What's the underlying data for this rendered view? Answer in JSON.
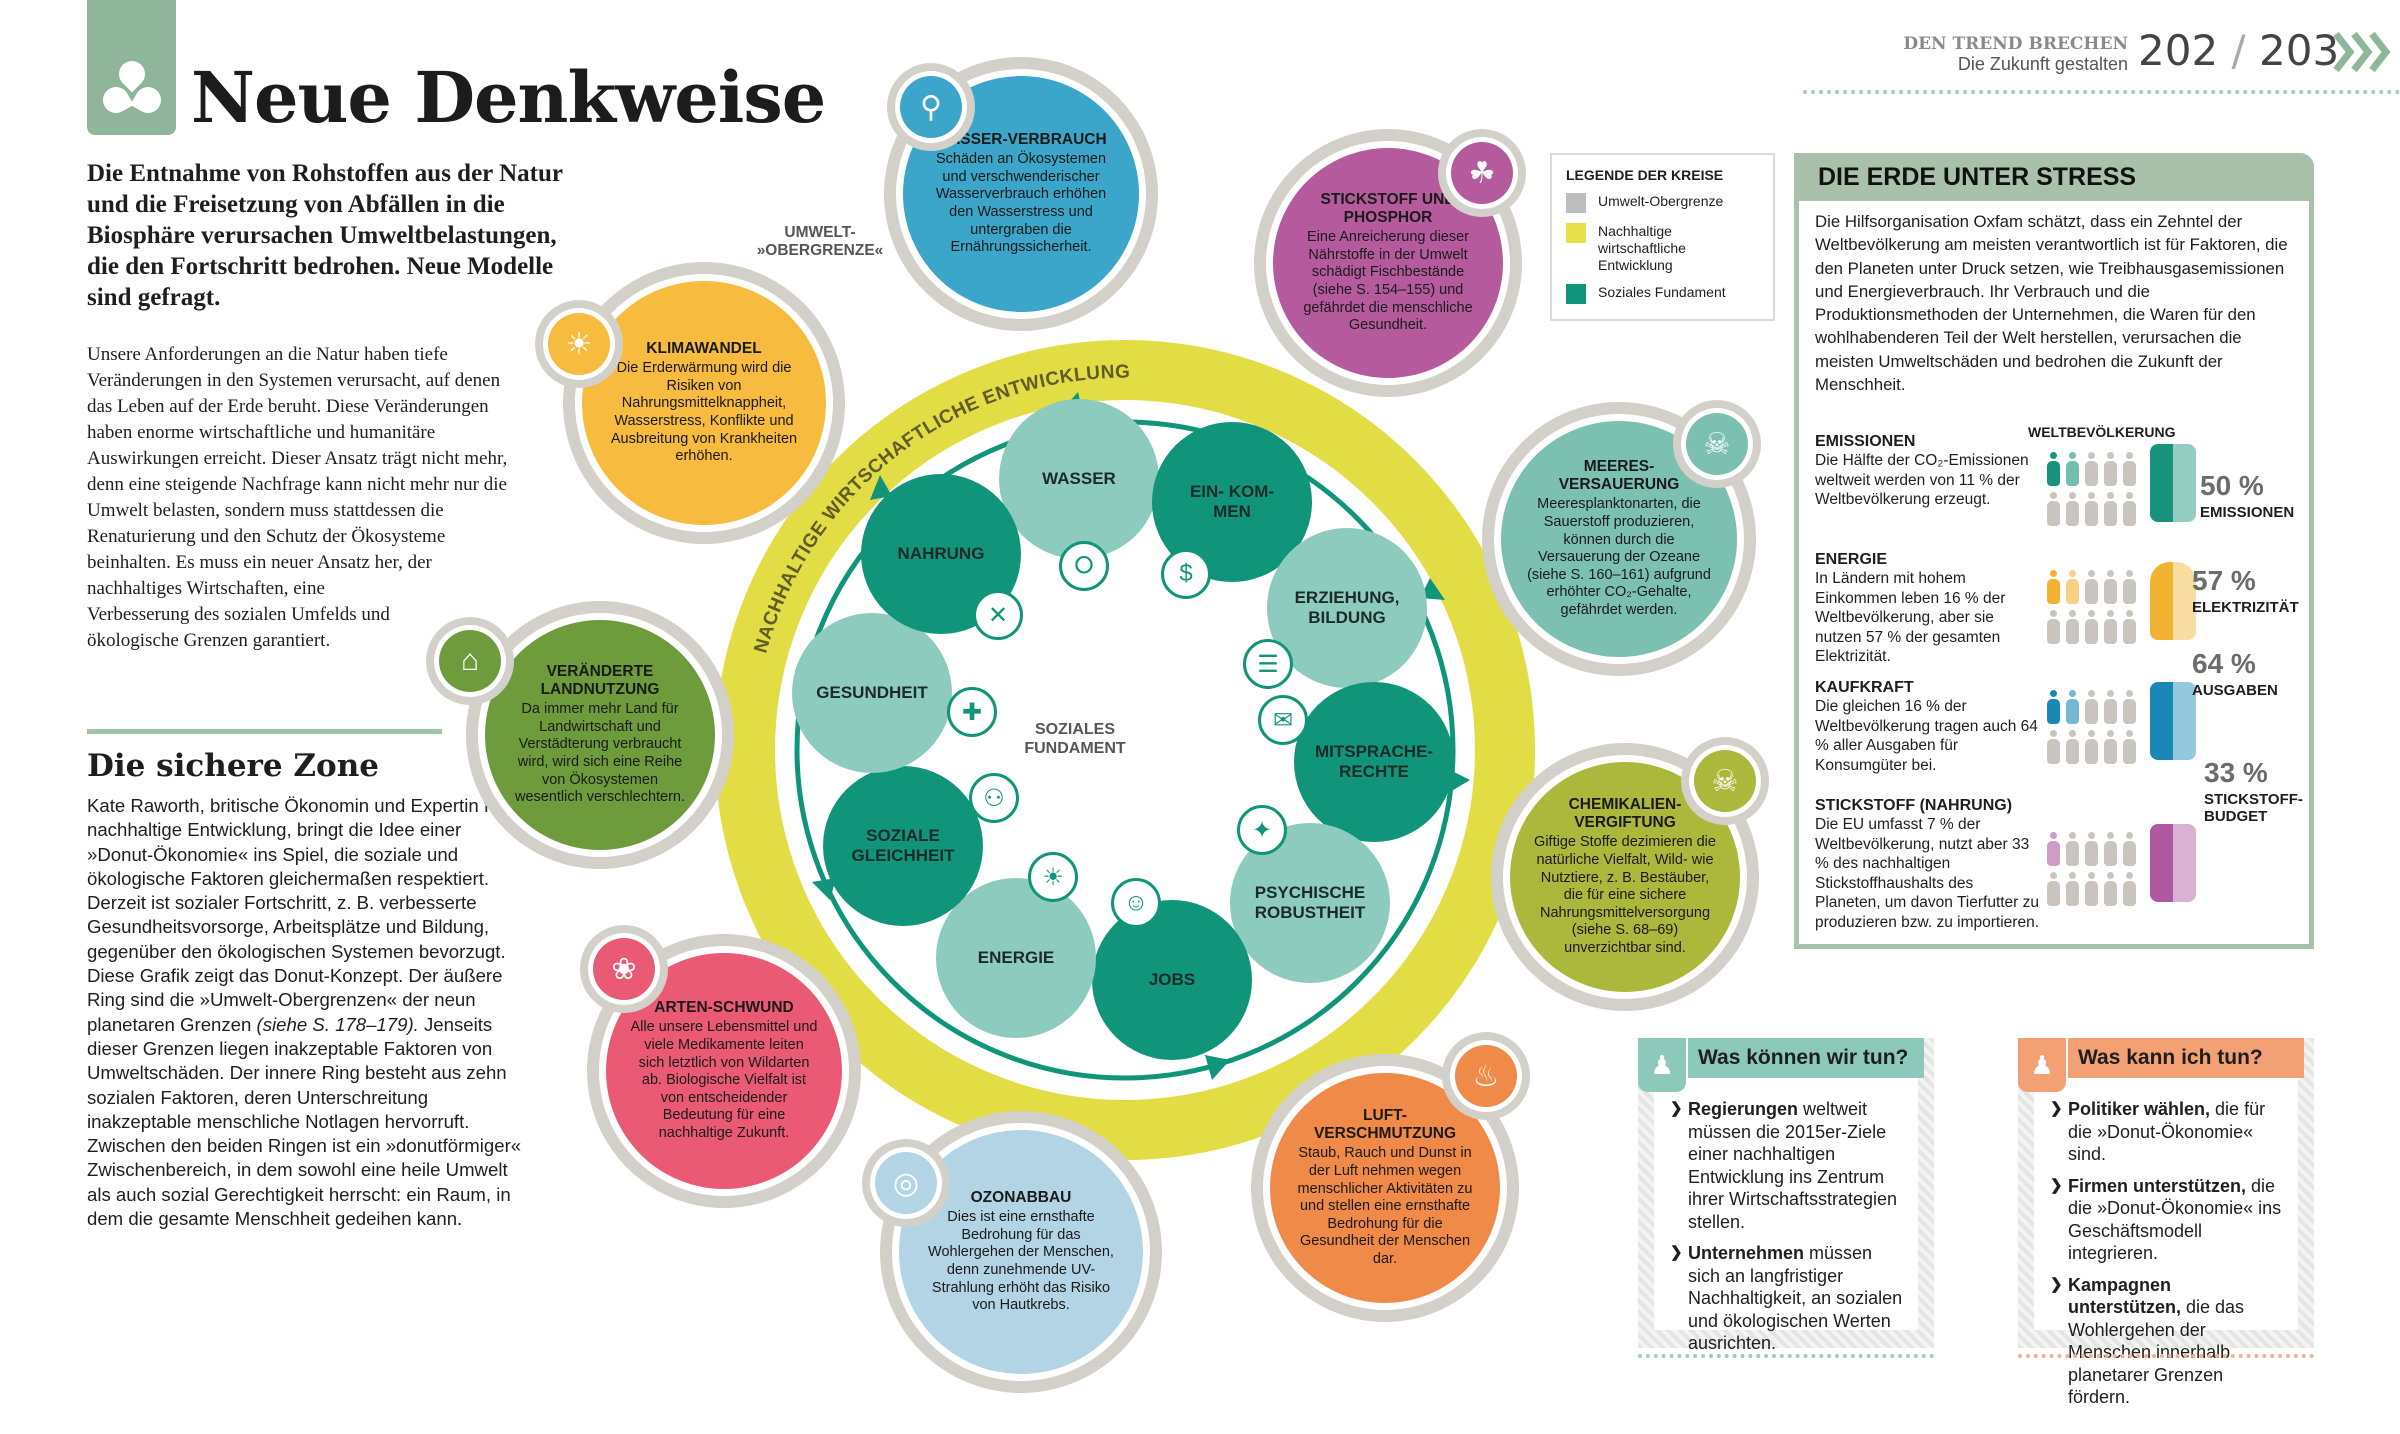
{
  "header": {
    "kicker": "DEN TREND BRECHEN",
    "subtitle": "Die Zukunft gestalten",
    "page_left": "202",
    "page_sep": "/",
    "page_right": "203"
  },
  "title": "Neue Denkweise",
  "lead": "Die Entnahme von Rohstoffen aus der Natur und die Freisetzung von Abfällen in die Biosphäre verursachen Umweltbelastungen, die den Fortschritt bedrohen. Neue Modelle sind gefragt.",
  "body1": "Unsere Anforderungen an die Natur haben tiefe Veränderungen in den Systemen verursacht, auf denen das Leben auf der Erde beruht. Diese Veränderungen haben enorme wirtschaftliche und humanitäre Auswirkungen erreicht. Dieser Ansatz trägt nicht mehr, denn eine steigende Nachfrage kann nicht mehr nur die Umwelt belasten, sondern muss stattdessen die Renaturierung und den Schutz der Ökosysteme beinhalten. Es muss ein neuer Ansatz her, der nachhaltiges Wirtschaften, eine Verbesserung des sozialen Umfelds und ökologische Grenzen garantiert.",
  "section2": {
    "heading": "Die sichere Zone",
    "text_a": "Kate Raworth, britische Ökonomin und Expertin für nachhaltige Entwicklung, bringt die Idee einer »Donut-Ökonomie« ins Spiel, die soziale und ökologische Faktoren gleichermaßen respektiert. Derzeit ist sozialer Fortschritt, z. B. verbesserte Gesundheitsvorsorge, Arbeitsplätze und Bildung, gegenüber den ökologischen Systemen bevorzugt. Diese Grafik zeigt das Donut-Konzept. Der äußere Ring sind die »Umwelt-Obergrenzen« der neun planetaren Grenzen ",
    "ref": "(siehe S. 178–179).",
    "text_b": " Jenseits dieser Grenzen liegen inakzeptable Faktoren von Umweltschäden. Der innere Ring besteht aus zehn sozialen Faktoren, deren Unterschreitung inakzeptable menschliche Notlagen hervorruft. Zwischen den beiden Ringen ist ein »donutförmiger« Zwischenbereich, in dem sowohl eine heile Umwelt als auch sozial Gerechtigkeit herrscht: ein Raum, in dem die gesamte Menschheit gedeihen kann."
  },
  "diagram": {
    "outer_label": "UMWELT- »OBERGRENZE«",
    "ring_label": "NACHHALTIGE WIRTSCHAFTLICHE ENTWICKLUNG",
    "center_label": "SOZIALES FUNDAMENT",
    "colors": {
      "ring": "#e3dd45",
      "social_dark": "#10957a",
      "social_light": "#8ccbbd"
    },
    "boundaries": [
      {
        "title": "Wasser-verbrauch",
        "text": "Schäden an Ökosystemen und verschwenderischer Wasserverbrauch erhöhen den Wasserstress und untergraben die Ernährungssicherheit.",
        "color": "#3ba6c9"
      },
      {
        "title": "Stickstoff und Phosphor",
        "text": "Eine Anreicherung dieser Nährstoffe in der Umwelt schädigt Fischbestände (siehe S. 154–155) und gefährdet die menschliche Gesundheit.",
        "color": "#b65a9e"
      },
      {
        "title": "Meeres-versauerung",
        "text": "Meeresplanktonarten, die Sauerstoff produzieren, können durch die Versauerung der Ozeane (siehe S. 160–161) aufgrund erhöhter CO₂-Gehalte, gefährdet werden.",
        "color": "#7cc0b1"
      },
      {
        "title": "Chemikalien-vergiftung",
        "text": "Giftige Stoffe dezimieren die natürliche Vielfalt, Wild- wie Nutztiere, z. B. Bestäuber, die für eine sichere Nahrungsmittelversorgung (siehe S. 68–69) unverzichtbar sind.",
        "color": "#abb83c"
      },
      {
        "title": "Luft-verschmutzung",
        "text": "Staub, Rauch und Dunst in der Luft nehmen wegen menschlicher Aktivitäten zu und stellen eine ernsthafte Bedrohung für die Gesundheit der Menschen dar.",
        "color": "#f08a48"
      },
      {
        "title": "Ozonabbau",
        "text": "Dies ist eine ernsthafte Bedrohung für das Wohlergehen der Menschen, denn zunehmende UV-Strahlung erhöht das Risiko von Hautkrebs.",
        "color": "#b2d4e4"
      },
      {
        "title": "Arten-schwund",
        "text": "Alle unsere Lebensmittel und viele Medikamente leiten sich letztlich von Wildarten ab. Biologische Vielfalt ist von entscheidender Bedeutung für eine nachhaltige Zukunft.",
        "color": "#ea5a74"
      },
      {
        "title": "Veränderte Landnutzung",
        "text": "Da immer mehr Land für Landwirtschaft und Verstädterung verbraucht wird, wird sich eine Reihe von Ökosystemen wesentlich verschlechtern.",
        "color": "#6e9c3d"
      },
      {
        "title": "Klimawandel",
        "text": "Die Erderwärmung wird die Risiken von Nahrungsmittelknappheit, Wasserstress, Konflikte und Ausbreitung von Krankheiten erhöhen.",
        "color": "#f6bb3f"
      }
    ],
    "social": [
      {
        "label": "WASSER",
        "tone": "light"
      },
      {
        "label": "EIN- KOM- MEN",
        "tone": "dark"
      },
      {
        "label": "ERZIEHUNG, BILDUNG",
        "tone": "light"
      },
      {
        "label": "MITSPRACHE- RECHTE",
        "tone": "dark"
      },
      {
        "label": "PSYCHISCHE ROBUSTHEIT",
        "tone": "light"
      },
      {
        "label": "JOBS",
        "tone": "dark"
      },
      {
        "label": "ENERGIE",
        "tone": "light"
      },
      {
        "label": "SOZIALE GLEICHHEIT",
        "tone": "dark"
      },
      {
        "label": "GESUNDHEIT",
        "tone": "light"
      },
      {
        "label": "NAHRUNG",
        "tone": "dark"
      }
    ]
  },
  "legend": {
    "title": "LEGENDE DER KREISE",
    "items": [
      {
        "label": "Umwelt-Obergrenze",
        "color": "#bdbdbd"
      },
      {
        "label": "Nachhaltige wirtschaftliche Entwicklung",
        "color": "#e6e04a"
      },
      {
        "label": "Soziales Fundament",
        "color": "#10957a"
      }
    ]
  },
  "stress": {
    "title": "DIE ERDE UNTER STRESS",
    "intro": "Die Hilfsorganisation Oxfam schätzt, dass ein Zehntel der Weltbevölkerung am meisten verantwortlich ist für Faktoren, die den Planeten unter Druck setzen, wie Treibhausgasemissionen und Energieverbrauch. Ihr Verbrauch und die Produktionsmethoden der Unternehmen, die Waren für den wohlhabenderen Teil der Welt herstellen, verursachen die meisten Umweltschäden und bedrohen die Zukunft der Menschheit.",
    "population_label": "WELTBEVÖLKERUNG",
    "stats": [
      {
        "heading": "EMISSIONEN",
        "text": "Die Hälfte der CO₂-Emissionen weltweit werden von 11 % der Weltbevölkerung erzeugt.",
        "population_pct": 11,
        "value": "50 %",
        "value_label": "EMISSIONEN",
        "color": "#17937c"
      },
      {
        "heading": "ENERGIE",
        "text": "In Ländern mit hohem Einkommen leben 16 % der Weltbevölkerung, aber sie nutzen 57 % der gesamten Elektrizität.",
        "population_pct": 16,
        "value": "57 %",
        "value_label": "ELEKTRIZITÄT",
        "color": "#f2b332"
      },
      {
        "heading": "KAUFKRAFT",
        "text": "Die gleichen 16 % der Weltbevölkerung tragen auch 64 % aller Ausgaben für Konsumgüter bei.",
        "population_pct": 16,
        "value": "64 %",
        "value_label": "AUSGABEN",
        "color": "#1a88b5"
      },
      {
        "heading": "STICKSTOFF (NAHRUNG)",
        "text": "Die EU umfasst 7 % der Weltbevölkerung, nutzt aber 33 % des nachhaltigen Stickstoffhaushalts des Planeten, um davon Tierfutter zu produzieren bzw. zu importieren.",
        "population_pct": 7,
        "value": "33 %",
        "value_label": "STICKSTOFF-BUDGET",
        "color": "#b0589f"
      }
    ]
  },
  "actions": {
    "we": {
      "heading": "Was können wir tun?",
      "color": "#8cc9bb",
      "items": [
        {
          "bold": "Regierungen",
          "text": " weltweit müssen die 2015er-Ziele einer nachhaltigen Entwicklung ins Zentrum ihrer Wirtschaftsstrategien stellen."
        },
        {
          "bold": "Unternehmen",
          "text": " müssen sich an langfristiger Nachhaltigkeit, an sozialen und ökologischen Werten ausrichten."
        }
      ]
    },
    "me": {
      "heading": "Was kann ich tun?",
      "color": "#f2a074",
      "items": [
        {
          "bold": "Politiker wählen,",
          "text": " die für die »Donut-Ökonomie« sind."
        },
        {
          "bold": "Firmen unterstützen,",
          "text": " die die »Donut-Ökonomie« ins Geschäftsmodell integrieren."
        },
        {
          "bold": "Kampagnen unterstützen,",
          "text": " die das Wohlergehen der Menschen innerhalb planetarer Grenzen fördern."
        }
      ]
    }
  }
}
